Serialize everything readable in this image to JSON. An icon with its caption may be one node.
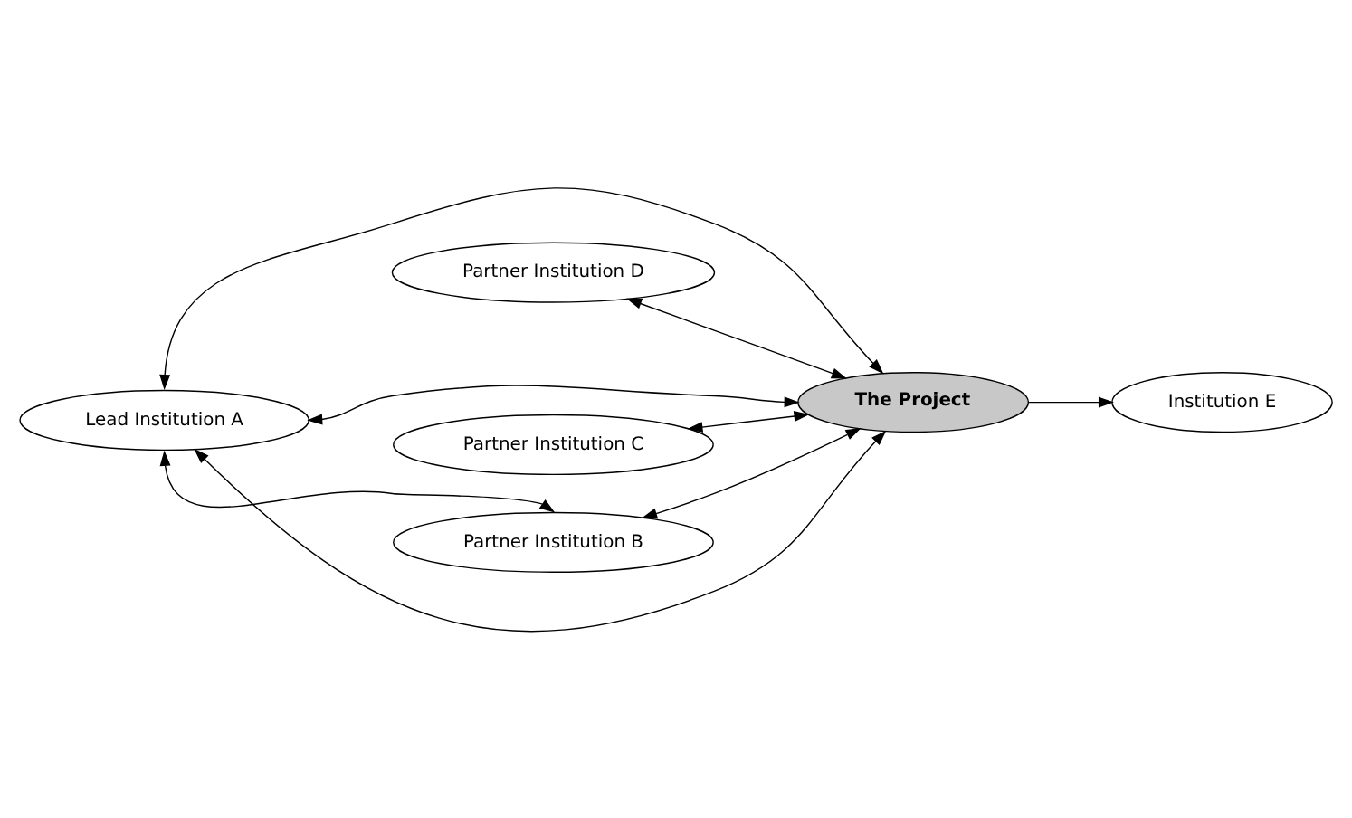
{
  "diagram": {
    "nodes": [
      {
        "text": [
          "Lead Institution A"
        ]
      },
      {
        "text": [
          "The Project"
        ]
      },
      {
        "text": [
          "Partner Institution D"
        ]
      },
      {
        "text": [
          "Partner Institution C"
        ]
      },
      {
        "text": [
          "Partner Institution B"
        ]
      },
      {
        "text": [
          "Institution E"
        ]
      }
    ],
    "edges": [
      {
        "from": 0,
        "to": 1,
        "arrow": "both"
      },
      {
        "from": 0,
        "to": 1,
        "arrow": "both"
      },
      {
        "from": 0,
        "to": 1,
        "arrow": "both"
      },
      {
        "from": 2,
        "to": 1,
        "arrow": "both"
      },
      {
        "from": 3,
        "to": 1,
        "arrow": "both"
      },
      {
        "from": 4,
        "to": 1,
        "arrow": "both"
      },
      {
        "from": 0,
        "to": 4,
        "arrow": "both"
      },
      {
        "from": 1,
        "to": 5,
        "arrow": "to"
      }
    ]
  }
}
